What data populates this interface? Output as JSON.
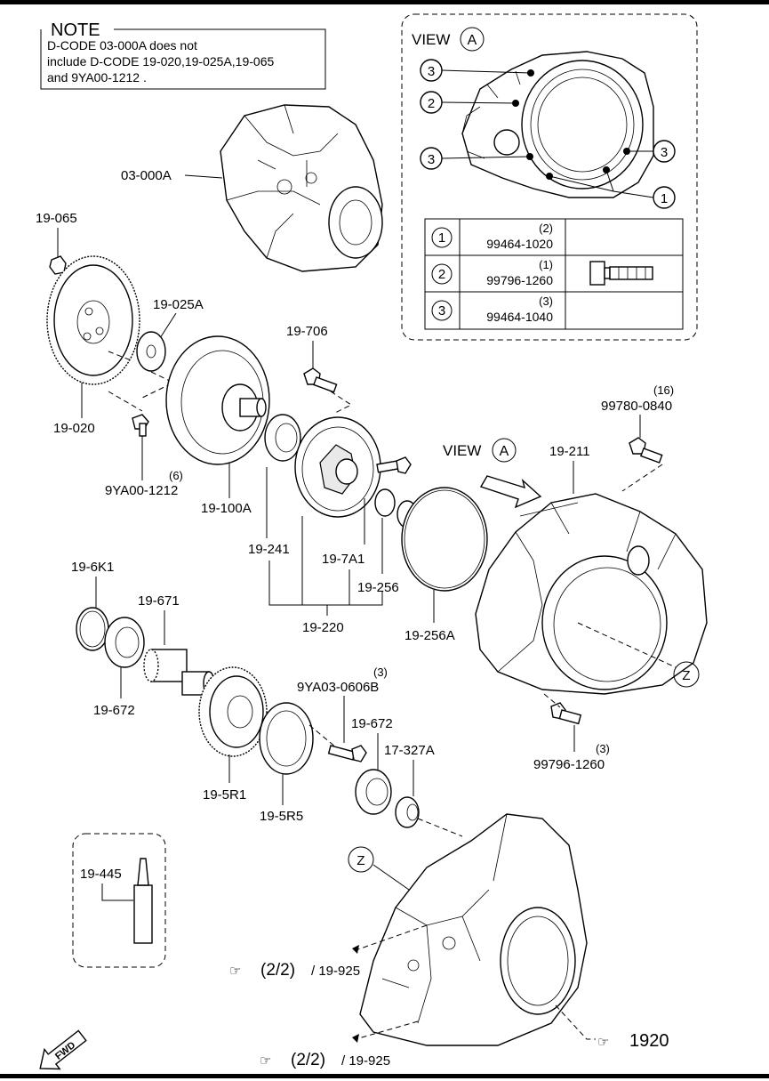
{
  "note": {
    "title": "NOTE",
    "lines": [
      "D-CODE 03-000A does not",
      "include D-CODE 19-020,19-025A,19-065",
      "and 9YA00-1212 ."
    ]
  },
  "view_a": {
    "title": "VIEW",
    "letter": "A",
    "callouts": [
      "3",
      "2",
      "3",
      "3",
      "1"
    ],
    "table": [
      {
        "num": "1",
        "qty": "(2)",
        "part": "99464-1020"
      },
      {
        "num": "2",
        "qty": "(1)",
        "part": "99796-1260"
      },
      {
        "num": "3",
        "qty": "(3)",
        "part": "99464-1040"
      }
    ]
  },
  "labels": {
    "p03_000a": "03-000A",
    "p19_065": "19-065",
    "p19_025a": "19-025A",
    "p19_020": "19-020",
    "p9ya00_1212": "9YA00-1212",
    "p9ya00_1212_qty": "(6)",
    "p19_100a": "19-100A",
    "p19_706": "19-706",
    "p19_241": "19-241",
    "p19_7a1": "19-7A1",
    "p19_256": "19-256",
    "p19_256a": "19-256A",
    "p19_220": "19-220",
    "p99780_0840": "99780-0840",
    "p99780_0840_qty": "(16)",
    "p19_211": "19-211",
    "view_a2": "VIEW",
    "view_a2_letter": "A",
    "p19_6k1": "19-6K1",
    "p19_671": "19-671",
    "p19_672a": "19-672",
    "p9ya03_0606b": "9YA03-0606B",
    "p9ya03_0606b_qty": "(3)",
    "p19_672b": "19-672",
    "p17_327a": "17-327A",
    "p99796_1260": "99796-1260",
    "p99796_1260_qty": "(3)",
    "p19_5r1": "19-5R1",
    "p19_5r5": "19-5R5",
    "p19_445": "19-445",
    "z1": "Z",
    "z2": "Z",
    "ref1_page": "(2/2)",
    "ref1_code": "/ 19-925",
    "ref2_page": "(2/2)",
    "ref2_code": "/ 19-925",
    "ref3_code": "1920",
    "fwd": "FWD"
  }
}
